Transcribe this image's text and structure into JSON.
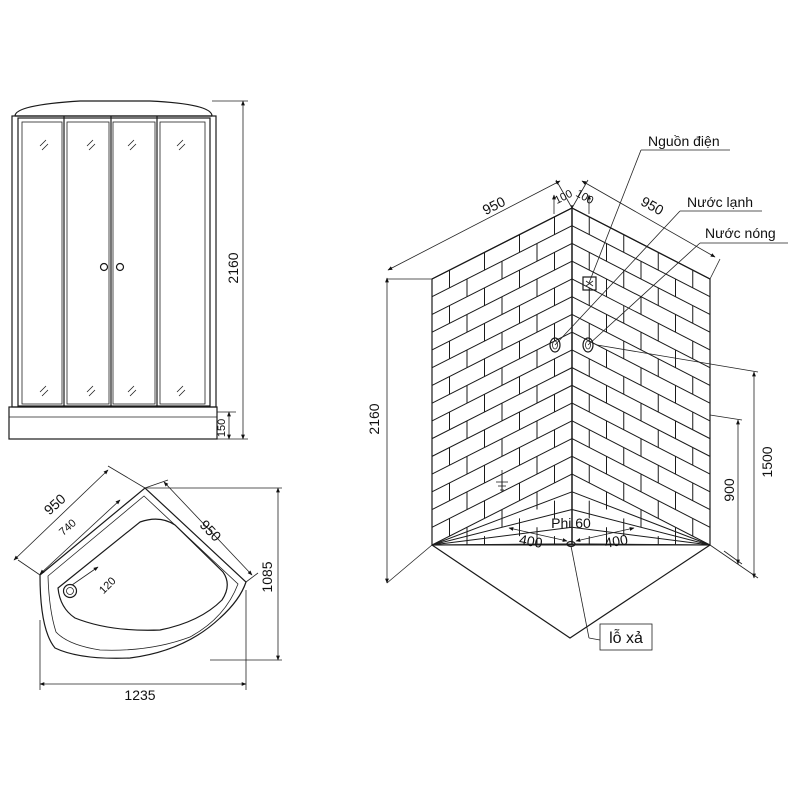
{
  "front_view": {
    "height": "2160",
    "base_height": "150"
  },
  "plan_view": {
    "side_a": "950",
    "side_b": "950",
    "inner": "740",
    "drain_offset": "120",
    "depth": "1085",
    "width": "1235"
  },
  "iso_view": {
    "left_width": "950",
    "right_width": "950",
    "offset_left": "100",
    "offset_right": "100",
    "height": "2160",
    "supply_height": "1500",
    "mixer_height": "900",
    "drain_left": "400",
    "drain_right": "400",
    "drain_diameter": "Phi 60",
    "power_label": "Nguồn điện",
    "cold_label": "Nước lạnh",
    "hot_label": "Nước nóng",
    "drain_label": "lỗ xả"
  }
}
